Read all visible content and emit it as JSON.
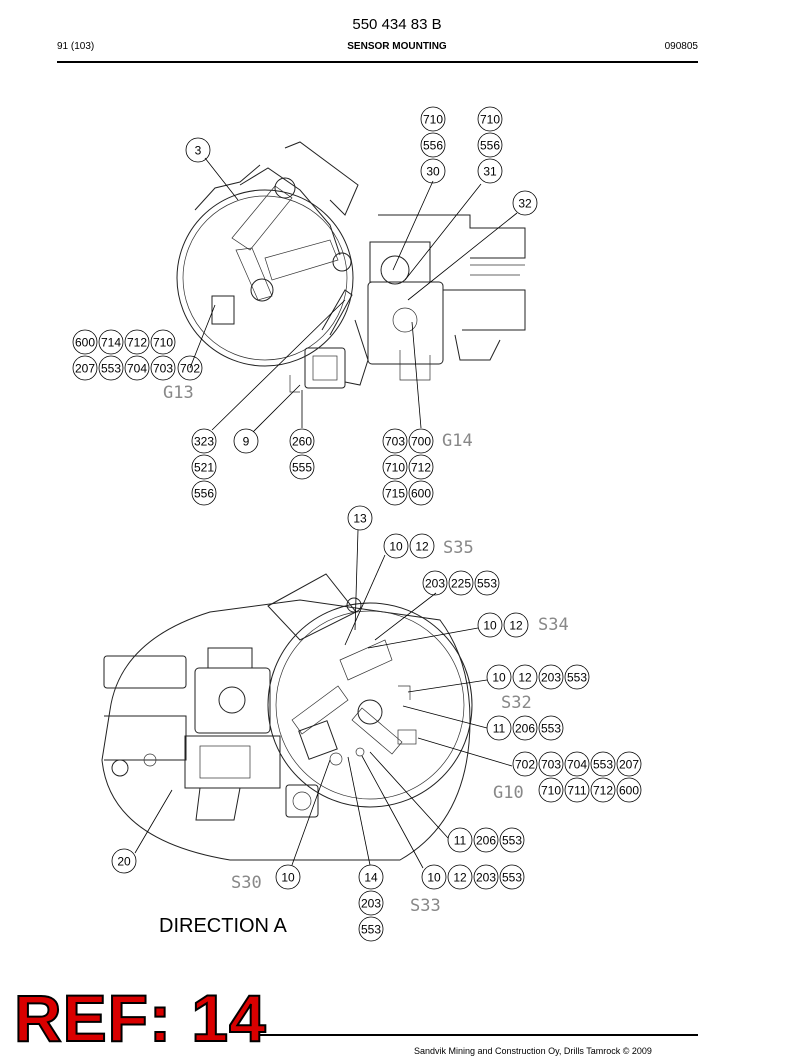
{
  "header": {
    "doc_number": "550 434 83 B",
    "page": "91 (103)",
    "title": "SENSOR MOUNTING",
    "date": "090805"
  },
  "direction_label": "DIRECTION A",
  "ref_stamp": "REF: 14",
  "footer": "Sandvik Mining and Construction Oy, Drills Tamrock © 2009",
  "sensor_labels": [
    "G13",
    "G14",
    "S35",
    "S34",
    "S32",
    "G10",
    "S30",
    "S33"
  ],
  "callouts": [
    "710",
    "710",
    "556",
    "556",
    "30",
    "31",
    "3",
    "32",
    "600",
    "714",
    "712",
    "710",
    "207",
    "553",
    "704",
    "703",
    "702",
    "323",
    "9",
    "260",
    "703",
    "700",
    "521",
    "555",
    "710",
    "712",
    "556",
    "715",
    "600",
    "13",
    "10",
    "12",
    "203",
    "225",
    "553",
    "10",
    "12",
    "10",
    "12",
    "203",
    "553",
    "11",
    "206",
    "553",
    "702",
    "703",
    "704",
    "553",
    "207",
    "710",
    "711",
    "712",
    "600",
    "11",
    "206",
    "553",
    "20",
    "10",
    "14",
    "10",
    "12",
    "203",
    "553",
    "203",
    "553"
  ]
}
